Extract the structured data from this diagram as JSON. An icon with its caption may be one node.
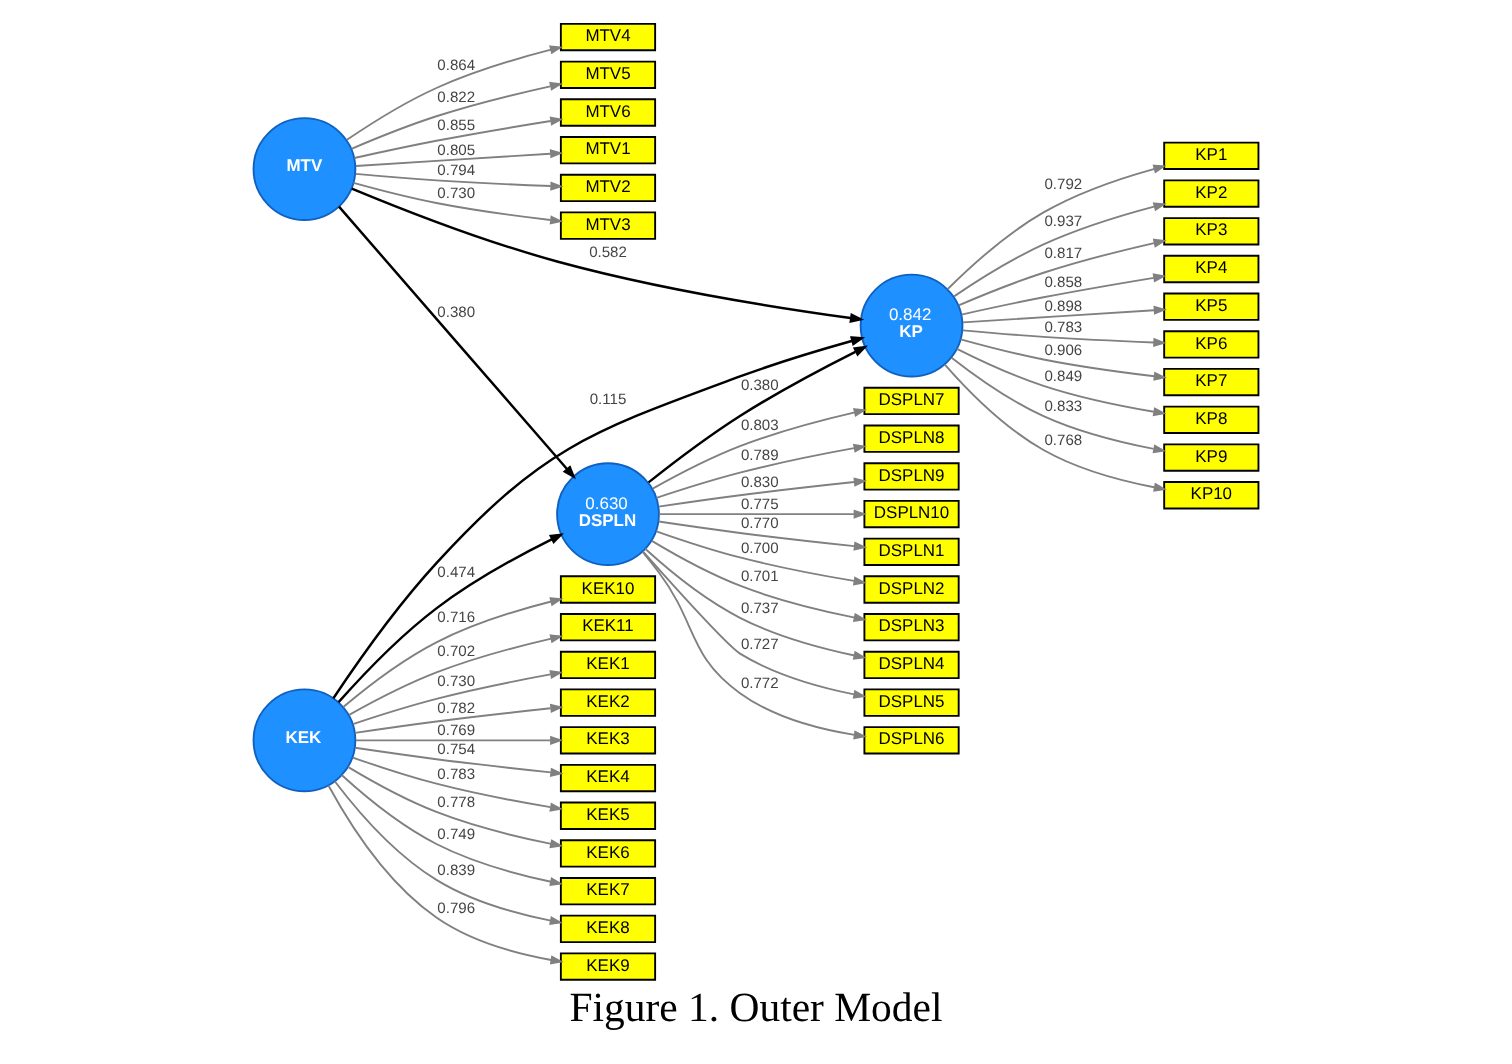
{
  "diagram": {
    "caption": "Figure 1. Outer Model",
    "nodes": [
      {
        "text": [
          "MTV"
        ]
      },
      {
        "text": [
          "MTV1"
        ]
      },
      {
        "text": [
          "MTV2"
        ]
      },
      {
        "text": [
          "MTV3"
        ]
      },
      {
        "text": [
          "MTV4"
        ]
      },
      {
        "text": [
          "MTV5"
        ]
      },
      {
        "text": [
          "MTV6"
        ]
      },
      {
        "text": [
          "0.630",
          "DSPLN"
        ]
      },
      {
        "text": [
          "DSPLN1"
        ]
      },
      {
        "text": [
          "DSPLN2"
        ]
      },
      {
        "text": [
          "DSPLN3"
        ]
      },
      {
        "text": [
          "DSPLN4"
        ]
      },
      {
        "text": [
          "DSPLN5"
        ]
      },
      {
        "text": [
          "DSPLN6"
        ]
      },
      {
        "text": [
          "DSPLN7"
        ]
      },
      {
        "text": [
          "DSPLN8"
        ]
      },
      {
        "text": [
          "DSPLN9"
        ]
      },
      {
        "text": [
          "DSPLN10"
        ]
      },
      {
        "text": [
          "0.842",
          "KP"
        ]
      },
      {
        "text": [
          "KP1"
        ]
      },
      {
        "text": [
          "KP2"
        ]
      },
      {
        "text": [
          "KP3"
        ]
      },
      {
        "text": [
          "KP4"
        ]
      },
      {
        "text": [
          "KP5"
        ]
      },
      {
        "text": [
          "KP6"
        ]
      },
      {
        "text": [
          "KP7"
        ]
      },
      {
        "text": [
          "KP8"
        ]
      },
      {
        "text": [
          "KP9"
        ]
      },
      {
        "text": [
          "KP10"
        ]
      },
      {
        "text": [
          "KEK"
        ]
      },
      {
        "text": [
          "KEK1"
        ]
      },
      {
        "text": [
          "KEK2"
        ]
      },
      {
        "text": [
          "KEK3"
        ]
      },
      {
        "text": [
          "KEK4"
        ]
      },
      {
        "text": [
          "KEK5"
        ]
      },
      {
        "text": [
          "KEK6"
        ]
      },
      {
        "text": [
          "KEK7"
        ]
      },
      {
        "text": [
          "KEK8"
        ]
      },
      {
        "text": [
          "KEK9"
        ]
      },
      {
        "text": [
          "KEK10"
        ]
      },
      {
        "text": [
          "KEK11"
        ]
      }
    ],
    "edges": [
      {
        "from": 0,
        "to": 7,
        "arrow": "to",
        "label": "0.380",
        "color": "#000000"
      },
      {
        "from": 0,
        "to": 18,
        "arrow": "to",
        "label": "0.582",
        "color": "#000000"
      },
      {
        "from": 7,
        "to": 18,
        "arrow": "to",
        "label": "0.380",
        "color": "#000000"
      },
      {
        "from": 29,
        "to": 7,
        "arrow": "to",
        "label": "0.474",
        "color": "#000000"
      },
      {
        "from": 29,
        "to": 18,
        "arrow": "to",
        "label": "0.115",
        "color": "#000000"
      },
      {
        "from": 0,
        "to": 1,
        "arrow": "to",
        "label": "0.805"
      },
      {
        "from": 0,
        "to": 2,
        "arrow": "to",
        "label": "0.794"
      },
      {
        "from": 0,
        "to": 3,
        "arrow": "to",
        "label": "0.730"
      },
      {
        "from": 0,
        "to": 4,
        "arrow": "to",
        "label": "0.864"
      },
      {
        "from": 0,
        "to": 5,
        "arrow": "to",
        "label": "0.822"
      },
      {
        "from": 0,
        "to": 6,
        "arrow": "to",
        "label": "0.855"
      },
      {
        "from": 7,
        "to": 8,
        "arrow": "to",
        "label": "0.770"
      },
      {
        "from": 7,
        "to": 9,
        "arrow": "to",
        "label": "0.700"
      },
      {
        "from": 7,
        "to": 10,
        "arrow": "to",
        "label": "0.701"
      },
      {
        "from": 7,
        "to": 11,
        "arrow": "to",
        "label": "0.737"
      },
      {
        "from": 7,
        "to": 12,
        "arrow": "to",
        "label": "0.727"
      },
      {
        "from": 7,
        "to": 13,
        "arrow": "to",
        "label": "0.772"
      },
      {
        "from": 7,
        "to": 14,
        "arrow": "to",
        "label": "0.803"
      },
      {
        "from": 7,
        "to": 15,
        "arrow": "to",
        "label": "0.789"
      },
      {
        "from": 7,
        "to": 16,
        "arrow": "to",
        "label": "0.830"
      },
      {
        "from": 7,
        "to": 17,
        "arrow": "to",
        "label": "0.775"
      },
      {
        "from": 18,
        "to": 19,
        "arrow": "to",
        "label": "0.792"
      },
      {
        "from": 18,
        "to": 20,
        "arrow": "to",
        "label": "0.937"
      },
      {
        "from": 18,
        "to": 21,
        "arrow": "to",
        "label": "0.817"
      },
      {
        "from": 18,
        "to": 22,
        "arrow": "to",
        "label": "0.858"
      },
      {
        "from": 18,
        "to": 23,
        "arrow": "to",
        "label": "0.898"
      },
      {
        "from": 18,
        "to": 24,
        "arrow": "to",
        "label": "0.783"
      },
      {
        "from": 18,
        "to": 25,
        "arrow": "to",
        "label": "0.906"
      },
      {
        "from": 18,
        "to": 26,
        "arrow": "to",
        "label": "0.849"
      },
      {
        "from": 18,
        "to": 27,
        "arrow": "to",
        "label": "0.833"
      },
      {
        "from": 18,
        "to": 28,
        "arrow": "to",
        "label": "0.768"
      },
      {
        "from": 29,
        "to": 30,
        "arrow": "to",
        "label": "0.730"
      },
      {
        "from": 29,
        "to": 31,
        "arrow": "to",
        "label": "0.782"
      },
      {
        "from": 29,
        "to": 32,
        "arrow": "to",
        "label": "0.769"
      },
      {
        "from": 29,
        "to": 33,
        "arrow": "to",
        "label": "0.754"
      },
      {
        "from": 29,
        "to": 34,
        "arrow": "to",
        "label": "0.783"
      },
      {
        "from": 29,
        "to": 35,
        "arrow": "to",
        "label": "0.778"
      },
      {
        "from": 29,
        "to": 36,
        "arrow": "to",
        "label": "0.749"
      },
      {
        "from": 29,
        "to": 37,
        "arrow": "to",
        "label": "0.839"
      },
      {
        "from": 29,
        "to": 38,
        "arrow": "to",
        "label": "0.796"
      },
      {
        "from": 29,
        "to": 39,
        "arrow": "to",
        "label": "0.716"
      },
      {
        "from": 29,
        "to": 40,
        "arrow": "to",
        "label": "0.702"
      }
    ]
  }
}
